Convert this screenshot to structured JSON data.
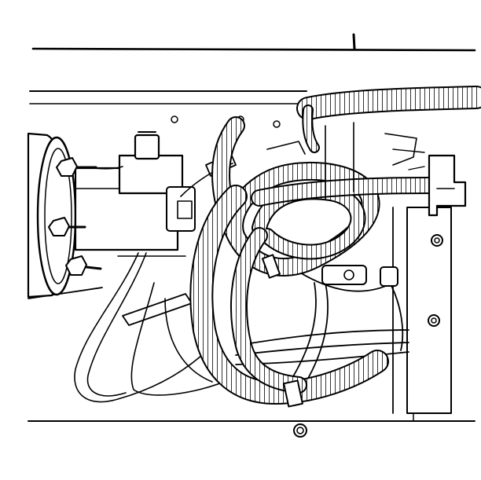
{
  "figure": {
    "subject": "engine-compartment-wiring-illustration",
    "colors": {
      "ink": "#000000",
      "paper": "#ffffff"
    },
    "parts": [
      "frame-rail",
      "bulkhead-panel",
      "motor-housing",
      "solenoid",
      "terminal-studs",
      "corrugated-wiring-conduit",
      "wiring-loom",
      "mounting-bracket",
      "bottom-grommet"
    ]
  }
}
